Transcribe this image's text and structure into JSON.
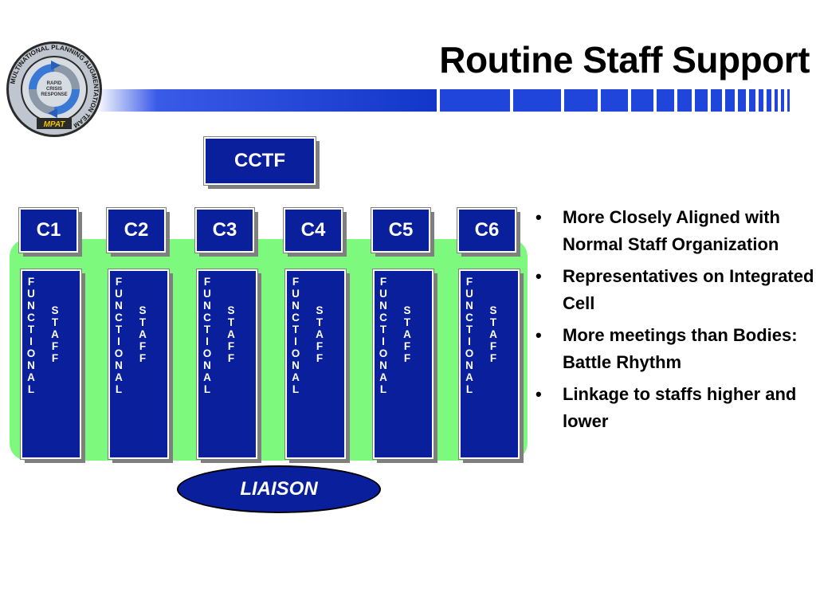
{
  "slide": {
    "title": "Routine Staff Support"
  },
  "logo": {
    "ring_text": "MULTINATIONAL PLANNING AUGMENTATION TEAM",
    "inner_text": [
      "RAPID",
      "CRISIS",
      "RESPONSE"
    ],
    "badge": "MPAT"
  },
  "diagram": {
    "top_node": "CCTF",
    "columns": [
      {
        "label": "C1",
        "left_text": "FUNCTIONAL",
        "right_text": "STAFF"
      },
      {
        "label": "C2",
        "left_text": "FUNCTIONAL",
        "right_text": "STAFF"
      },
      {
        "label": "C3",
        "left_text": "FUNCTIONAL",
        "right_text": "STAFF"
      },
      {
        "label": "C4",
        "left_text": "FUNCTIONAL",
        "right_text": "STAFF"
      },
      {
        "label": "C5",
        "left_text": "FUNCTIONAL",
        "right_text": "STAFF"
      },
      {
        "label": "C6",
        "left_text": "FUNCTIONAL",
        "right_text": "STAFF"
      }
    ],
    "liaison": "LIAISON"
  },
  "bullets": [
    "More Closely Aligned with Normal Staff Organization",
    "Representatives on Integrated Cell",
    "More meetings than Bodies:  Battle Rhythm",
    "Linkage to staffs higher and lower"
  ],
  "colors": {
    "box_blue": "#0a1f9c",
    "area_green": "#7dfa7d",
    "band_blue": "#1e3fd8"
  }
}
